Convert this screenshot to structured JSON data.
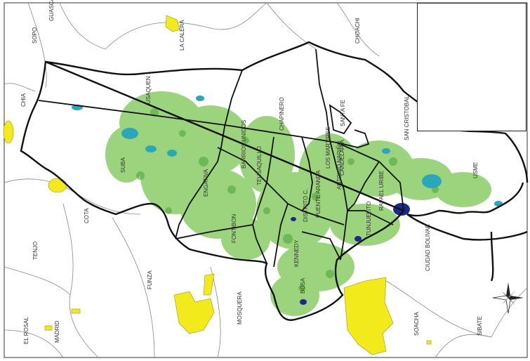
{
  "map": {
    "municipalities": [
      {
        "name": "SOPO"
      },
      {
        "name": "GUASCA"
      },
      {
        "name": "LA CALERA"
      },
      {
        "name": "CHOACHI"
      },
      {
        "name": "CHIA"
      },
      {
        "name": "COTA"
      },
      {
        "name": "TENJO"
      },
      {
        "name": "FUNZA"
      },
      {
        "name": "MOSQUERA"
      },
      {
        "name": "MADRID"
      },
      {
        "name": "EL ROSAL"
      },
      {
        "name": "SOACHA"
      },
      {
        "name": "SIBATE"
      }
    ],
    "localities": [
      {
        "name": "SUBA"
      },
      {
        "name": "USAQUEN"
      },
      {
        "name": "CHAPINERO"
      },
      {
        "name": "SANTA FE"
      },
      {
        "name": "SAN CRISTOBAL"
      },
      {
        "name": "USME"
      },
      {
        "name": "ENGATIVA"
      },
      {
        "name": "BARRIOS UNIDOS"
      },
      {
        "name": "TEUSAQUILLO"
      },
      {
        "name": "FONTIBON"
      },
      {
        "name": "KENNEDY"
      },
      {
        "name": "PUENTE ARANDA"
      },
      {
        "name": "ANTONIO NARIÑO"
      },
      {
        "name": "RAFAEL URIBE"
      },
      {
        "name": "TUNJUELITO"
      },
      {
        "name": "BOSA"
      },
      {
        "name": "CIUDAD BOLIVAR"
      },
      {
        "name": "CANDELARIA"
      },
      {
        "name": "LOS MARTIRES"
      },
      {
        "name": "DISTRITO C."
      }
    ],
    "colors": {
      "urban": "#7cc653",
      "water": "#2aa7b8",
      "reservoir": "#1a2a8a",
      "yellow": "#f2ea1a",
      "boundary": "#111111",
      "road": "#777777"
    },
    "icon": "compass-rose-icon",
    "legend_text": ""
  }
}
